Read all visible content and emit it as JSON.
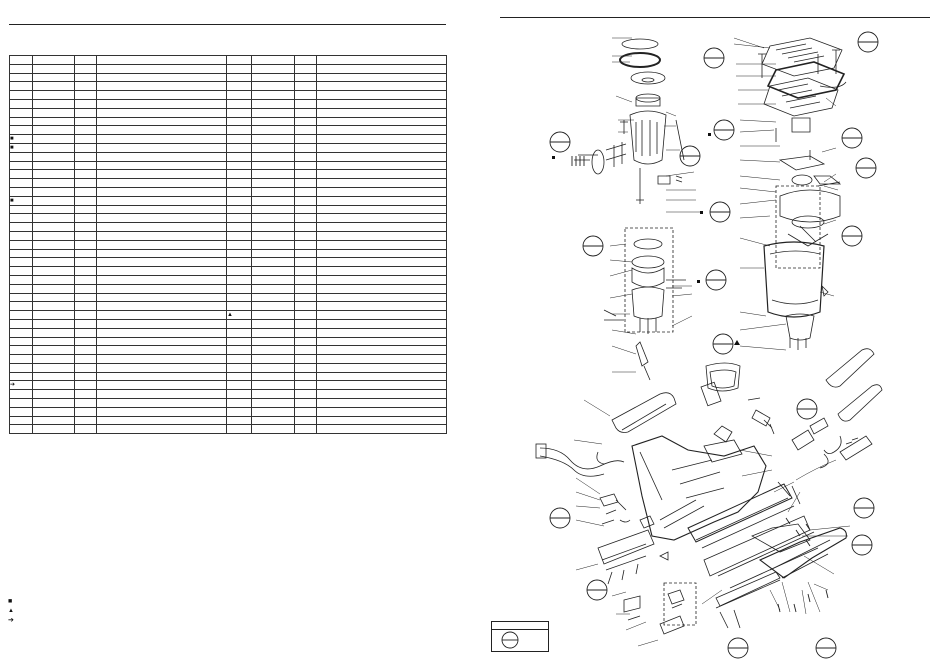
{
  "table": {
    "rows": 43,
    "markers": [
      {
        "row": 9,
        "col": 0,
        "symbol": "■"
      },
      {
        "row": 10,
        "col": 0,
        "symbol": "■"
      },
      {
        "row": 16,
        "col": 0,
        "symbol": "■"
      },
      {
        "row": 29,
        "col": 4,
        "symbol": "▲"
      },
      {
        "row": 37,
        "col": 0,
        "symbol": "➔"
      }
    ]
  },
  "legend": {
    "square": "■",
    "triangle": "▲",
    "arrow": "➔"
  },
  "diagram": {
    "callout_arrow": "▲",
    "callout_square": "■"
  }
}
